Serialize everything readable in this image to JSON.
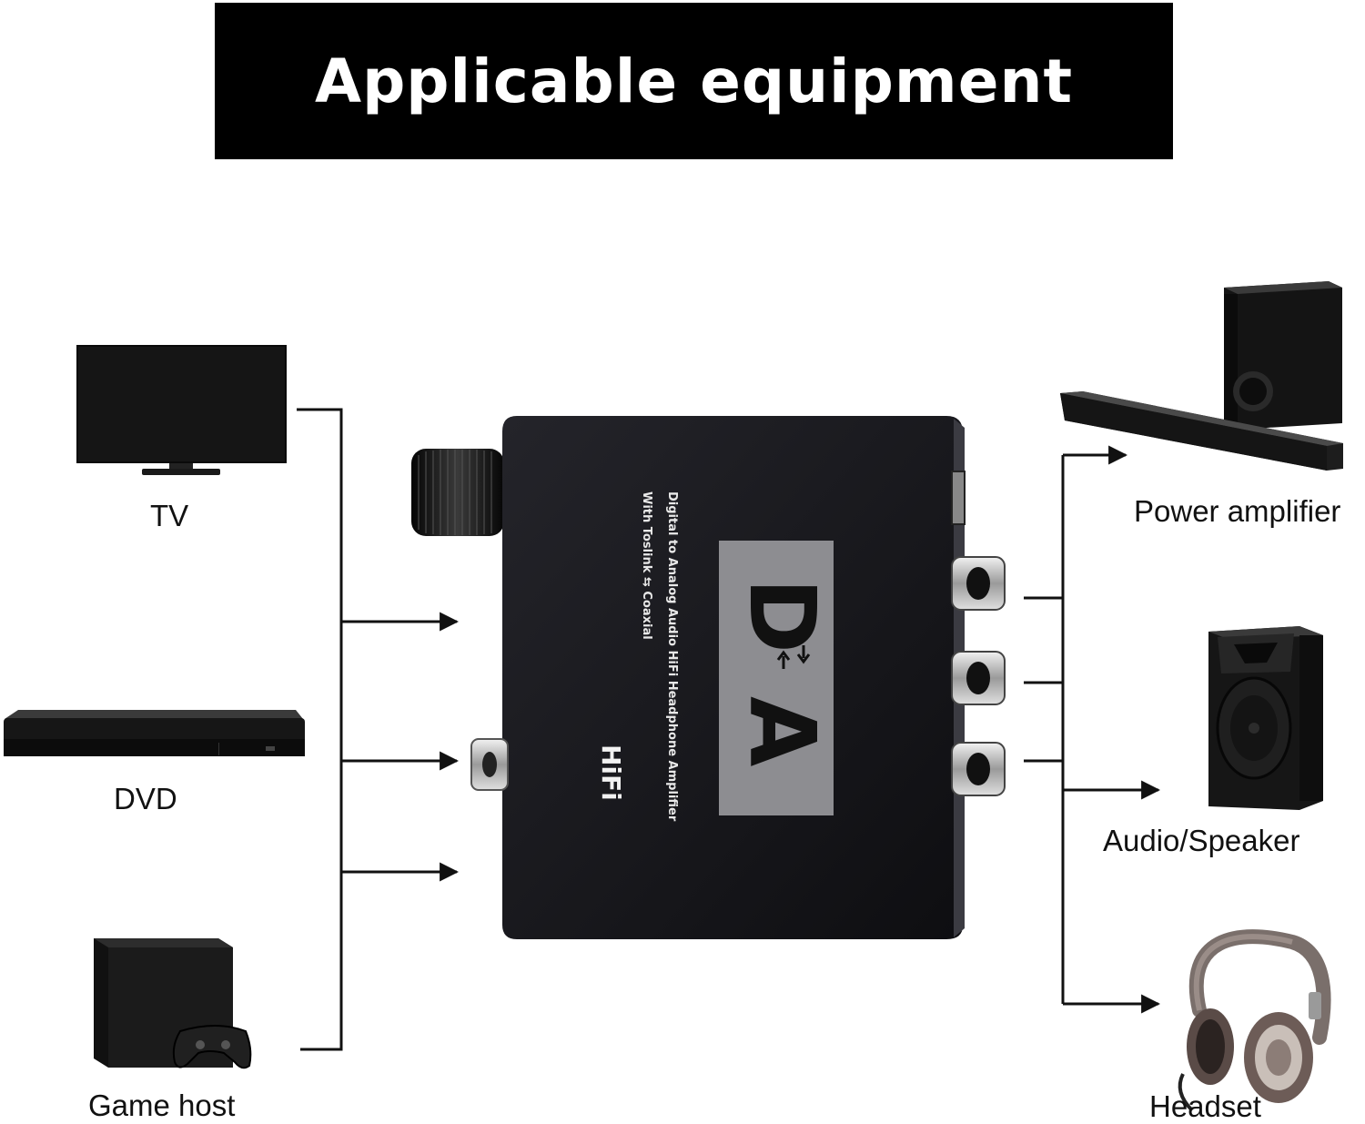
{
  "header": {
    "title": "Applicable equipment"
  },
  "inputs": [
    {
      "label": "TV",
      "icon": "tv-icon"
    },
    {
      "label": "DVD",
      "icon": "dvd-player-icon"
    },
    {
      "label": "Game host",
      "icon": "game-console-icon"
    }
  ],
  "outputs": [
    {
      "label": "Power amplifier",
      "icon": "soundbar-subwoofer-icon"
    },
    {
      "label": "Audio/Speaker",
      "icon": "speaker-icon"
    },
    {
      "label": "Headset",
      "icon": "headphones-icon"
    }
  ],
  "device": {
    "text_line1": "Digital to Analog Audio HiFi Headphone Amplifier",
    "text_line2": "With Toslink",
    "text_line2b": "Coaxial",
    "hifi": "HiFi",
    "logo_top": "D",
    "logo_bottom": "A"
  },
  "colors": {
    "title_bg": "#000000",
    "title_fg": "#ffffff",
    "line": "#111111",
    "device_body": "#16161a",
    "panel": "#8d8d91"
  }
}
